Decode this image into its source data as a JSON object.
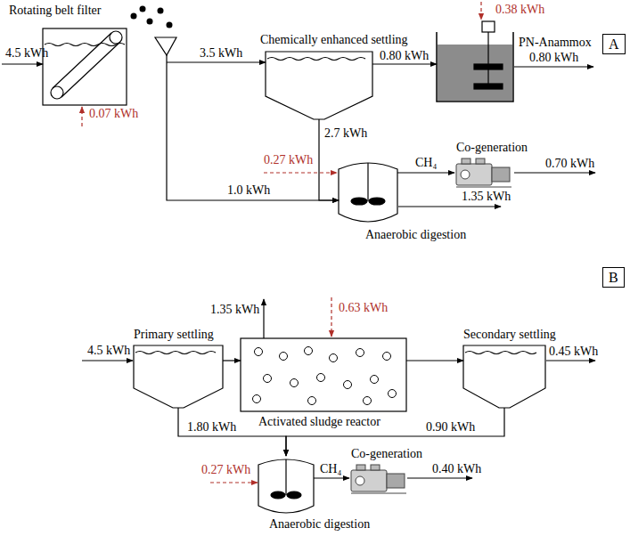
{
  "diagram": {
    "nodes": [
      {
        "text": [
          "A"
        ]
      },
      {
        "text": [
          "Rotating belt filter"
        ]
      },
      {
        "text": [
          "Chemically enhanced settling"
        ]
      },
      {
        "text": [
          "PN-Anammox"
        ]
      },
      {
        "text": [
          "Anaerobic digestion"
        ]
      },
      {
        "text": [
          "Co-generation"
        ]
      },
      {
        "text": [
          "B"
        ]
      },
      {
        "text": [
          "Primary settling"
        ]
      },
      {
        "text": [
          "Activated sludge reactor"
        ]
      },
      {
        "text": [
          "Secondary settling"
        ]
      },
      {
        "text": [
          "Anaerobic digestion"
        ]
      },
      {
        "text": [
          "Co-generation"
        ]
      }
    ],
    "edges": [
      {
        "from": 1,
        "to": 2,
        "arrow": "to",
        "label": "3.5 kWh"
      },
      {
        "from": 1,
        "to": 4,
        "arrow": "to",
        "label": "1.0 kWh"
      },
      {
        "from": 2,
        "to": 3,
        "arrow": "to",
        "label": "0.80 kWh"
      },
      {
        "from": 2,
        "to": 4,
        "arrow": "to",
        "label": "2.7 kWh"
      },
      {
        "from": 4,
        "to": 5,
        "arrow": "to",
        "label": "CH₄"
      },
      {
        "from": 7,
        "to": 8,
        "arrow": "to"
      },
      {
        "from": 8,
        "to": 9,
        "arrow": "to"
      },
      {
        "from": 7,
        "to": 10,
        "arrow": "to",
        "label": "1.80 kWh"
      },
      {
        "from": 9,
        "to": 10,
        "arrow": "to",
        "label": "0.90 kWh"
      },
      {
        "from": 10,
        "to": 11,
        "arrow": "to",
        "label": "CH₄"
      }
    ],
    "labels": [
      "4.5 kWh",
      "0.07 kWh",
      "0.38 kWh",
      "0.80 kWh",
      "0.27 kWh",
      "0.70 kWh",
      "1.35 kWh",
      "1.35 kWh",
      "0.63 kWh",
      "4.5 kWh",
      "0.45 kWh",
      "0.27 kWh",
      "0.40 kWh"
    ]
  }
}
